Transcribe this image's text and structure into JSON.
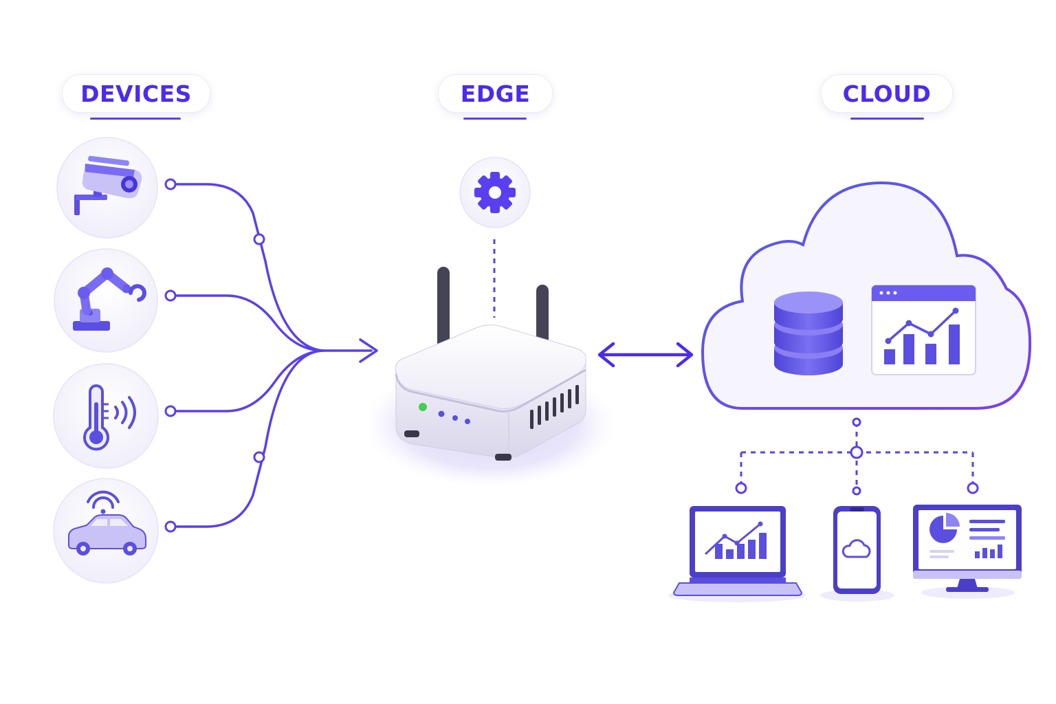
{
  "sections": {
    "devices": "DEVICES",
    "edge": "EDGE",
    "cloud": "CLOUD"
  },
  "icons": {
    "devices": [
      "security-camera-icon",
      "robotic-arm-icon",
      "thermometer-sensor-icon",
      "connected-car-icon"
    ],
    "edge": [
      "gear-icon",
      "edge-router-icon"
    ],
    "cloud": [
      "database-icon",
      "analytics-dashboard-icon"
    ],
    "endpoints": [
      "laptop-icon",
      "smartphone-icon",
      "desktop-monitor-icon"
    ]
  },
  "colors": {
    "accent": "#4b2bf0",
    "line": "#5a3ff0",
    "icon_fill": "#6b5cf0",
    "soft": "#eeecfb",
    "led_green": "#44d04a"
  }
}
